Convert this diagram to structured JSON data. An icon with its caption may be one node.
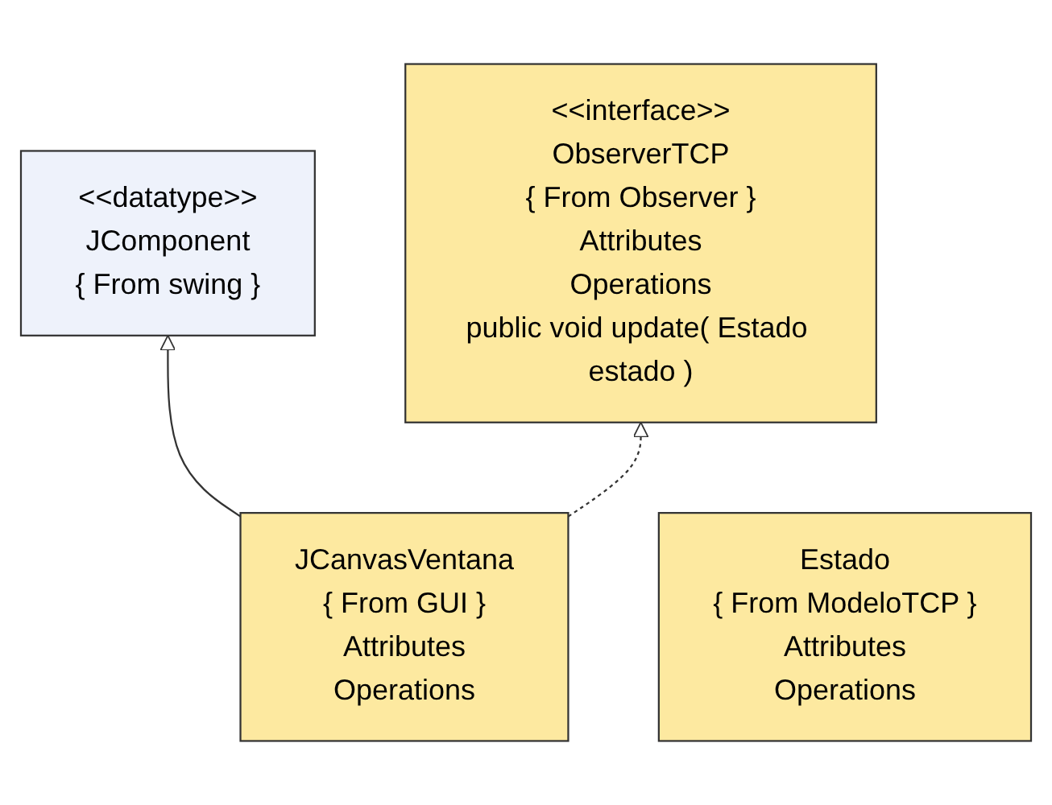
{
  "diagram": {
    "nodes": [
      {
        "text": [
          "<<datatype>>",
          "JComponent",
          "{ From swing }"
        ]
      },
      {
        "text": [
          "<<interface>>",
          "ObserverTCP",
          "{ From Observer }",
          "Attributes",
          "Operations",
          "public void update( Estado estado )"
        ]
      },
      {
        "text": [
          "JCanvasVentana",
          "{ From GUI }",
          "Attributes",
          "Operations"
        ]
      },
      {
        "text": [
          "Estado",
          "{ From ModeloTCP }",
          "Attributes",
          "Operations"
        ]
      }
    ],
    "edges": [
      {
        "from": 2,
        "to": 0,
        "arrow": "to"
      },
      {
        "from": 2,
        "to": 1,
        "arrow": "to",
        "style": "dashed"
      }
    ]
  }
}
